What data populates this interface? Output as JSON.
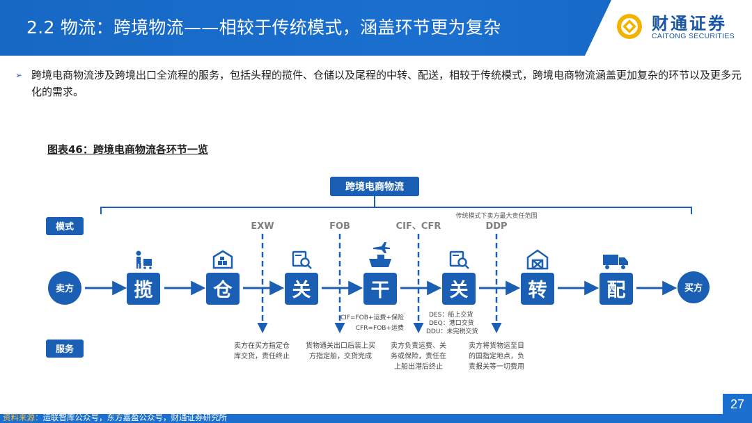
{
  "header": {
    "title": "2.2 物流：跨境物流——相较于传统模式，涵盖环节更为复杂",
    "logo_cn": "财通证券",
    "logo_en": "CAITONG SECURITIES"
  },
  "bullet": "跨境电商物流涉及跨境出口全流程的服务，包括头程的揽件、仓储以及尾程的中转、配送，相较于传统模式，跨境电商物流涵盖更加复杂的环节以及更多元化的需求。",
  "figure_caption": "图表46：跨境电商物流各环节一览",
  "diagram": {
    "top_label": "跨境电商物流",
    "row_mode": "模式",
    "row_service": "服务",
    "seller": "卖方",
    "buyer": "买方",
    "steps": [
      "揽",
      "仓",
      "关",
      "干",
      "关",
      "转",
      "配"
    ],
    "icons": [
      "worker-with-cart-icon",
      "warehouse-icon",
      "customs-search-icon",
      "airplane-ship-icon",
      "customs-search-icon",
      "barn-icon",
      "delivery-truck-icon"
    ],
    "modes": [
      "EXW",
      "FOB",
      "CIF、CFR",
      "DDP"
    ],
    "ddp_note": "传统模式下卖方最大责任范围",
    "cif_notes": [
      "CIF=FOB+运费+保险",
      "CFR=FOB+运费"
    ],
    "des_notes": [
      "DES：船上交货",
      "DEQ：港口交货",
      "DDU：未完税交货"
    ],
    "services": [
      [
        "卖方在买方指定仓",
        "库交货，责任终止"
      ],
      [
        "货物通关出口后装上买",
        "方指定船，交货完成"
      ],
      [
        "卖方负责运费、关",
        "务或保险，责任在",
        "上船出港后终止"
      ],
      [
        "卖方将货物运至目",
        "的国指定地点，负",
        "责报关等一切费用"
      ]
    ]
  },
  "source": {
    "label": "资料来源：",
    "text": "运联智库公众号，东方嘉盈公众号，财通证券研究所"
  },
  "page_number": "27",
  "colors": {
    "primary": "#1a5fb4",
    "header_blue": "#1a6fcf",
    "accent_gold": "#f5c04a",
    "logo_yellow": "#f2b300"
  }
}
